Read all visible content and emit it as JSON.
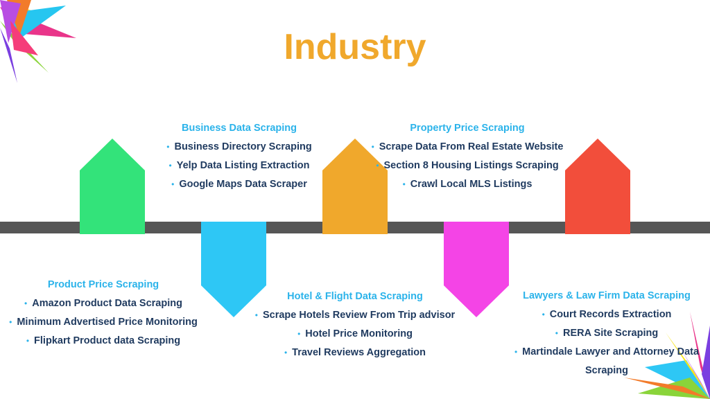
{
  "title": "Industry",
  "colors": {
    "green": "#33e37a",
    "orange": "#f0a82c",
    "red": "#f24e3b",
    "cyan": "#2ec7f5",
    "magenta": "#f444e6",
    "timeline": "#565656",
    "heading": "#2bb3ea",
    "bullet_text": "#1f3a5f"
  },
  "sections": [
    {
      "heading": "Business Data Scraping",
      "items": [
        "Business Directory Scraping",
        "Yelp Data Listing Extraction",
        "Google Maps Data Scraper"
      ]
    },
    {
      "heading": "Property Price Scraping",
      "items": [
        "Scrape Data From Real Estate Website",
        "Section 8 Housing Listings Scraping",
        "Crawl Local MLS Listings"
      ]
    },
    {
      "heading": "Product Price Scraping",
      "items": [
        "Amazon Product Data Scraping",
        "Minimum Advertised Price Monitoring",
        "Flipkart Product data Scraping"
      ]
    },
    {
      "heading": "Hotel & Flight Data Scraping",
      "items": [
        "Scrape Hotels Review From Trip advisor",
        "Hotel Price Monitoring",
        "Travel Reviews Aggregation"
      ]
    },
    {
      "heading": "Lawyers & Law Firm Data Scraping",
      "items": [
        "Court Records Extraction",
        "RERA Site Scraping",
        "Martindale Lawyer and Attorney Data",
        "Scraping"
      ]
    }
  ]
}
